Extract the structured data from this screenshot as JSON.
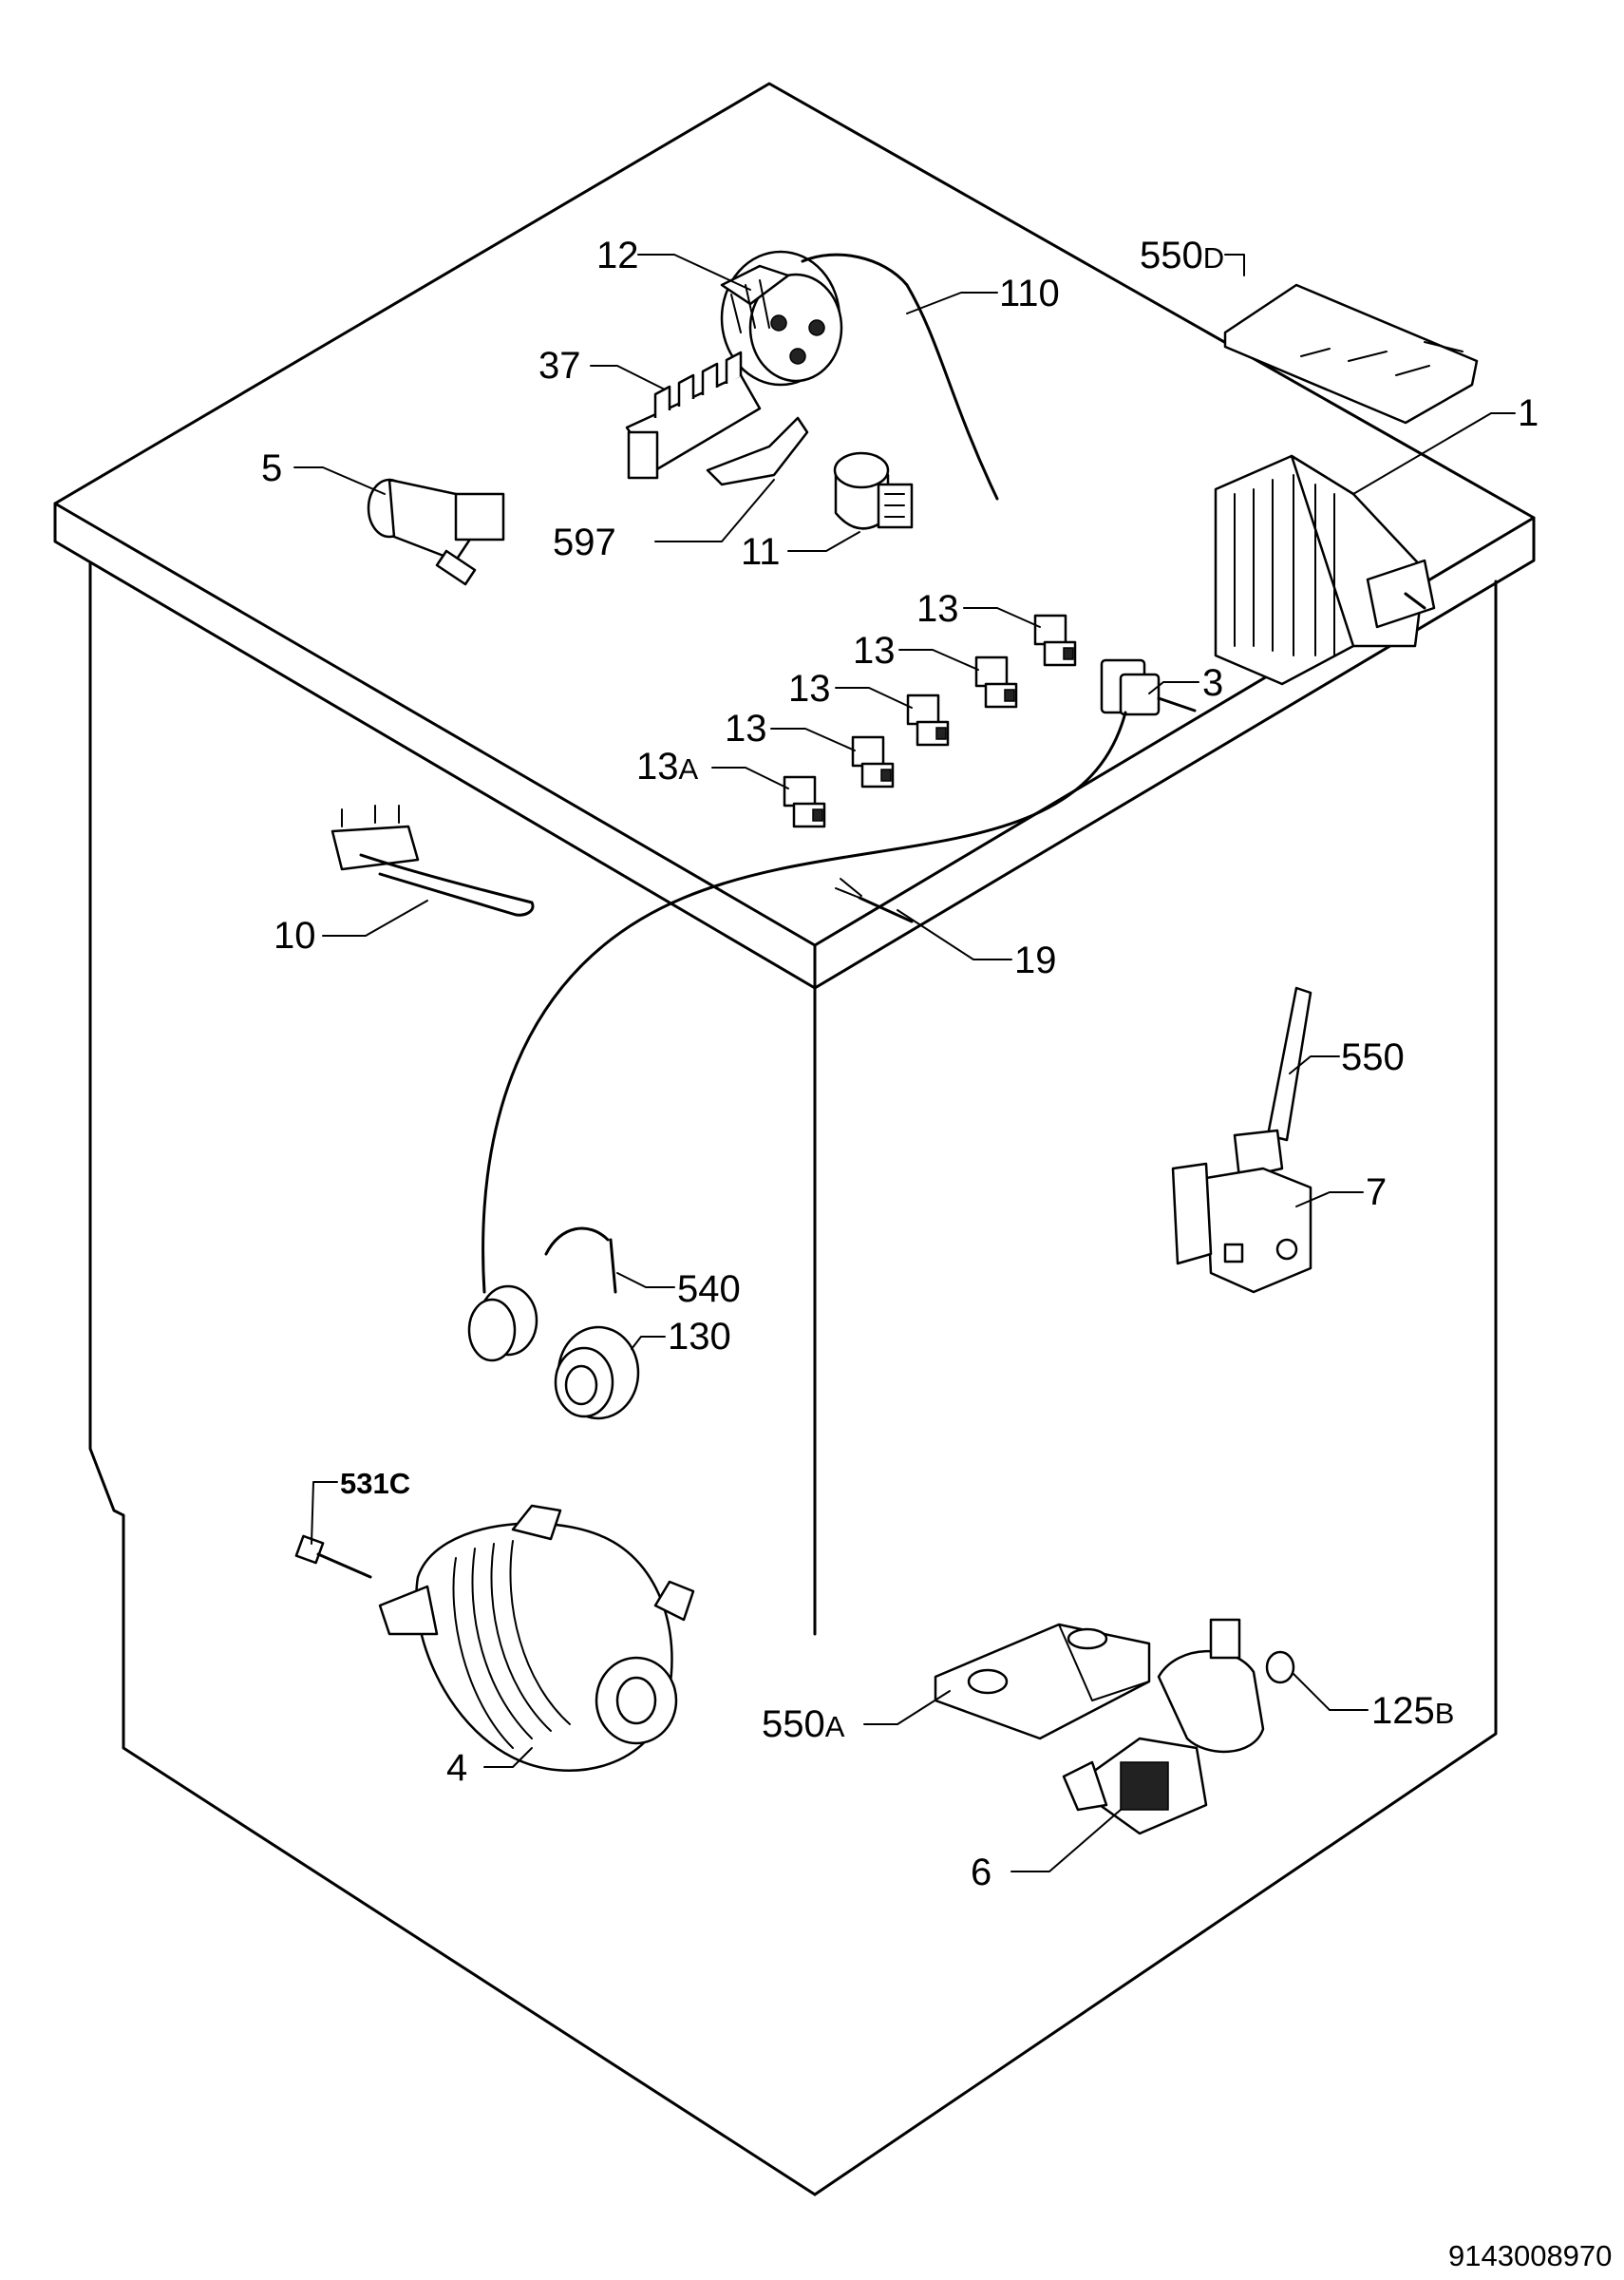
{
  "labels": [
    {
      "name": "1",
      "main": "1"
    },
    {
      "name": "3",
      "main": "3"
    },
    {
      "name": "4",
      "main": "4"
    },
    {
      "name": "5",
      "main": "5"
    },
    {
      "name": "6",
      "main": "6"
    },
    {
      "name": "7",
      "main": "7"
    },
    {
      "name": "10",
      "main": "10"
    },
    {
      "name": "11",
      "main": "11"
    },
    {
      "name": "12",
      "main": "12"
    },
    {
      "name": "13a",
      "main": "13"
    },
    {
      "name": "13b",
      "main": "13"
    },
    {
      "name": "13c",
      "main": "13"
    },
    {
      "name": "13d",
      "main": "13"
    },
    {
      "name": "13A",
      "main": "13",
      "suffix": "A"
    },
    {
      "name": "19",
      "main": "19"
    },
    {
      "name": "37",
      "main": "37"
    },
    {
      "name": "110",
      "main": "110"
    },
    {
      "name": "125B",
      "main": "125",
      "suffix": "B"
    },
    {
      "name": "130",
      "main": "130"
    },
    {
      "name": "531C",
      "main": "531C"
    },
    {
      "name": "540",
      "main": "540"
    },
    {
      "name": "550",
      "main": "550"
    },
    {
      "name": "550A",
      "main": "550",
      "suffix": "A"
    },
    {
      "name": "550D",
      "main": "550",
      "suffix": "D"
    },
    {
      "name": "597",
      "main": "597"
    }
  ],
  "drawing_code": "9143008970"
}
